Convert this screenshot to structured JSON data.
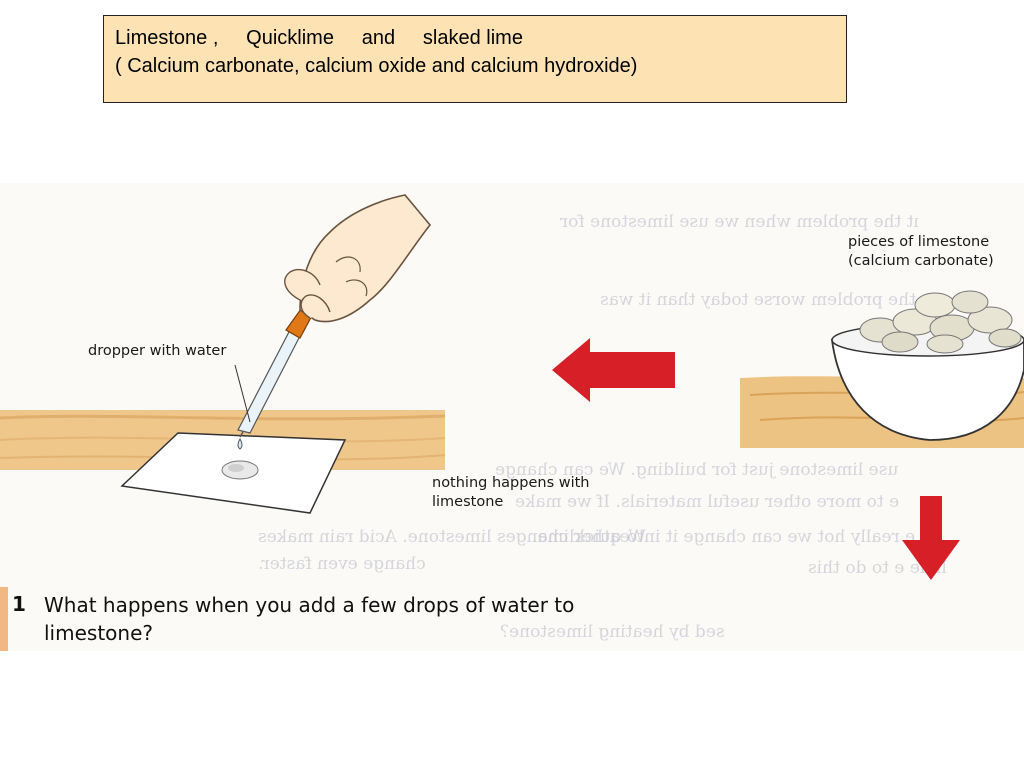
{
  "title": {
    "line1": "Limestone ,     Quicklime     and     slaked lime",
    "line2": "( Calcium carbonate, calcium oxide and calcium hydroxide)"
  },
  "labels": {
    "dropper": "dropper with water",
    "nothing_line1": "nothing happens with",
    "nothing_line2": "limestone",
    "pieces_line1": "pieces of limestone",
    "pieces_line2": "(calcium carbonate)"
  },
  "question": {
    "number": "1",
    "line1": "What happens when you add a few drops of water to",
    "line2": "limestone?"
  },
  "colors": {
    "title_bg": "#fde3b3",
    "arrow": "#d61f26",
    "table": "#e0a44a"
  },
  "icons": [
    "hand-with-dropper-icon",
    "tile-icon",
    "limestone-bowl-icon",
    "arrow-left-icon",
    "arrow-down-icon"
  ]
}
